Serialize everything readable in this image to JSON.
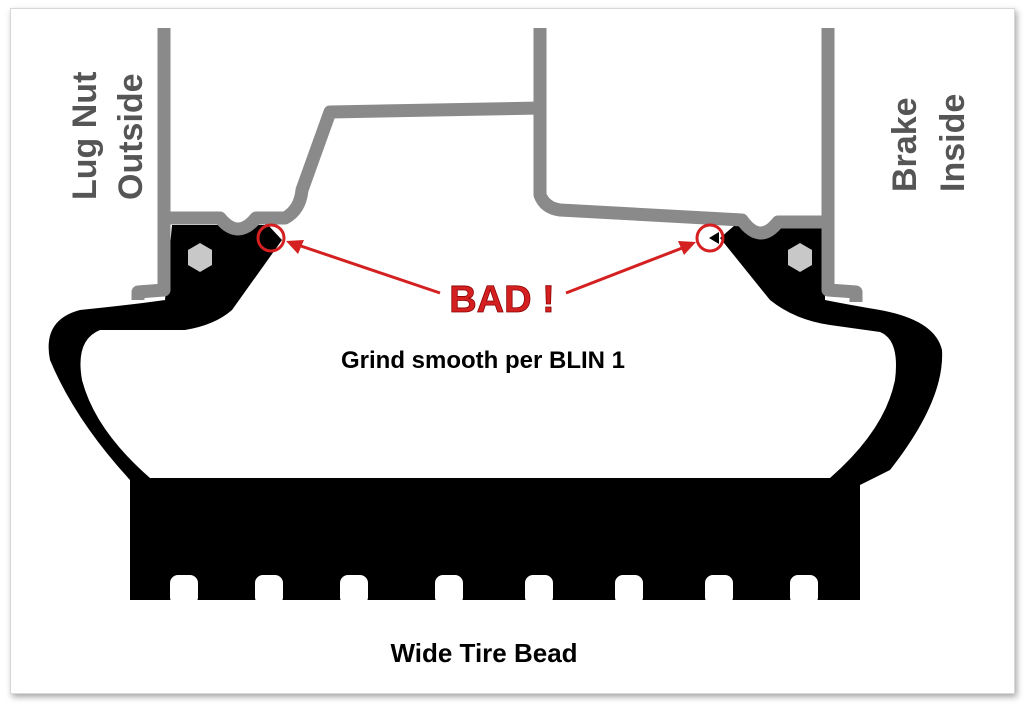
{
  "labels": {
    "outside": [
      "Lug Nut",
      "Outside"
    ],
    "inside": [
      "Brake",
      "Inside"
    ],
    "bad": "BAD !",
    "note": "Grind smooth per BLIN 1",
    "bottom": "Wide Tire Bead"
  },
  "colors": {
    "rim": "#8a8a8a",
    "tire": "#000000",
    "warning": "#d42020",
    "bolt": "#c8c8c8"
  }
}
